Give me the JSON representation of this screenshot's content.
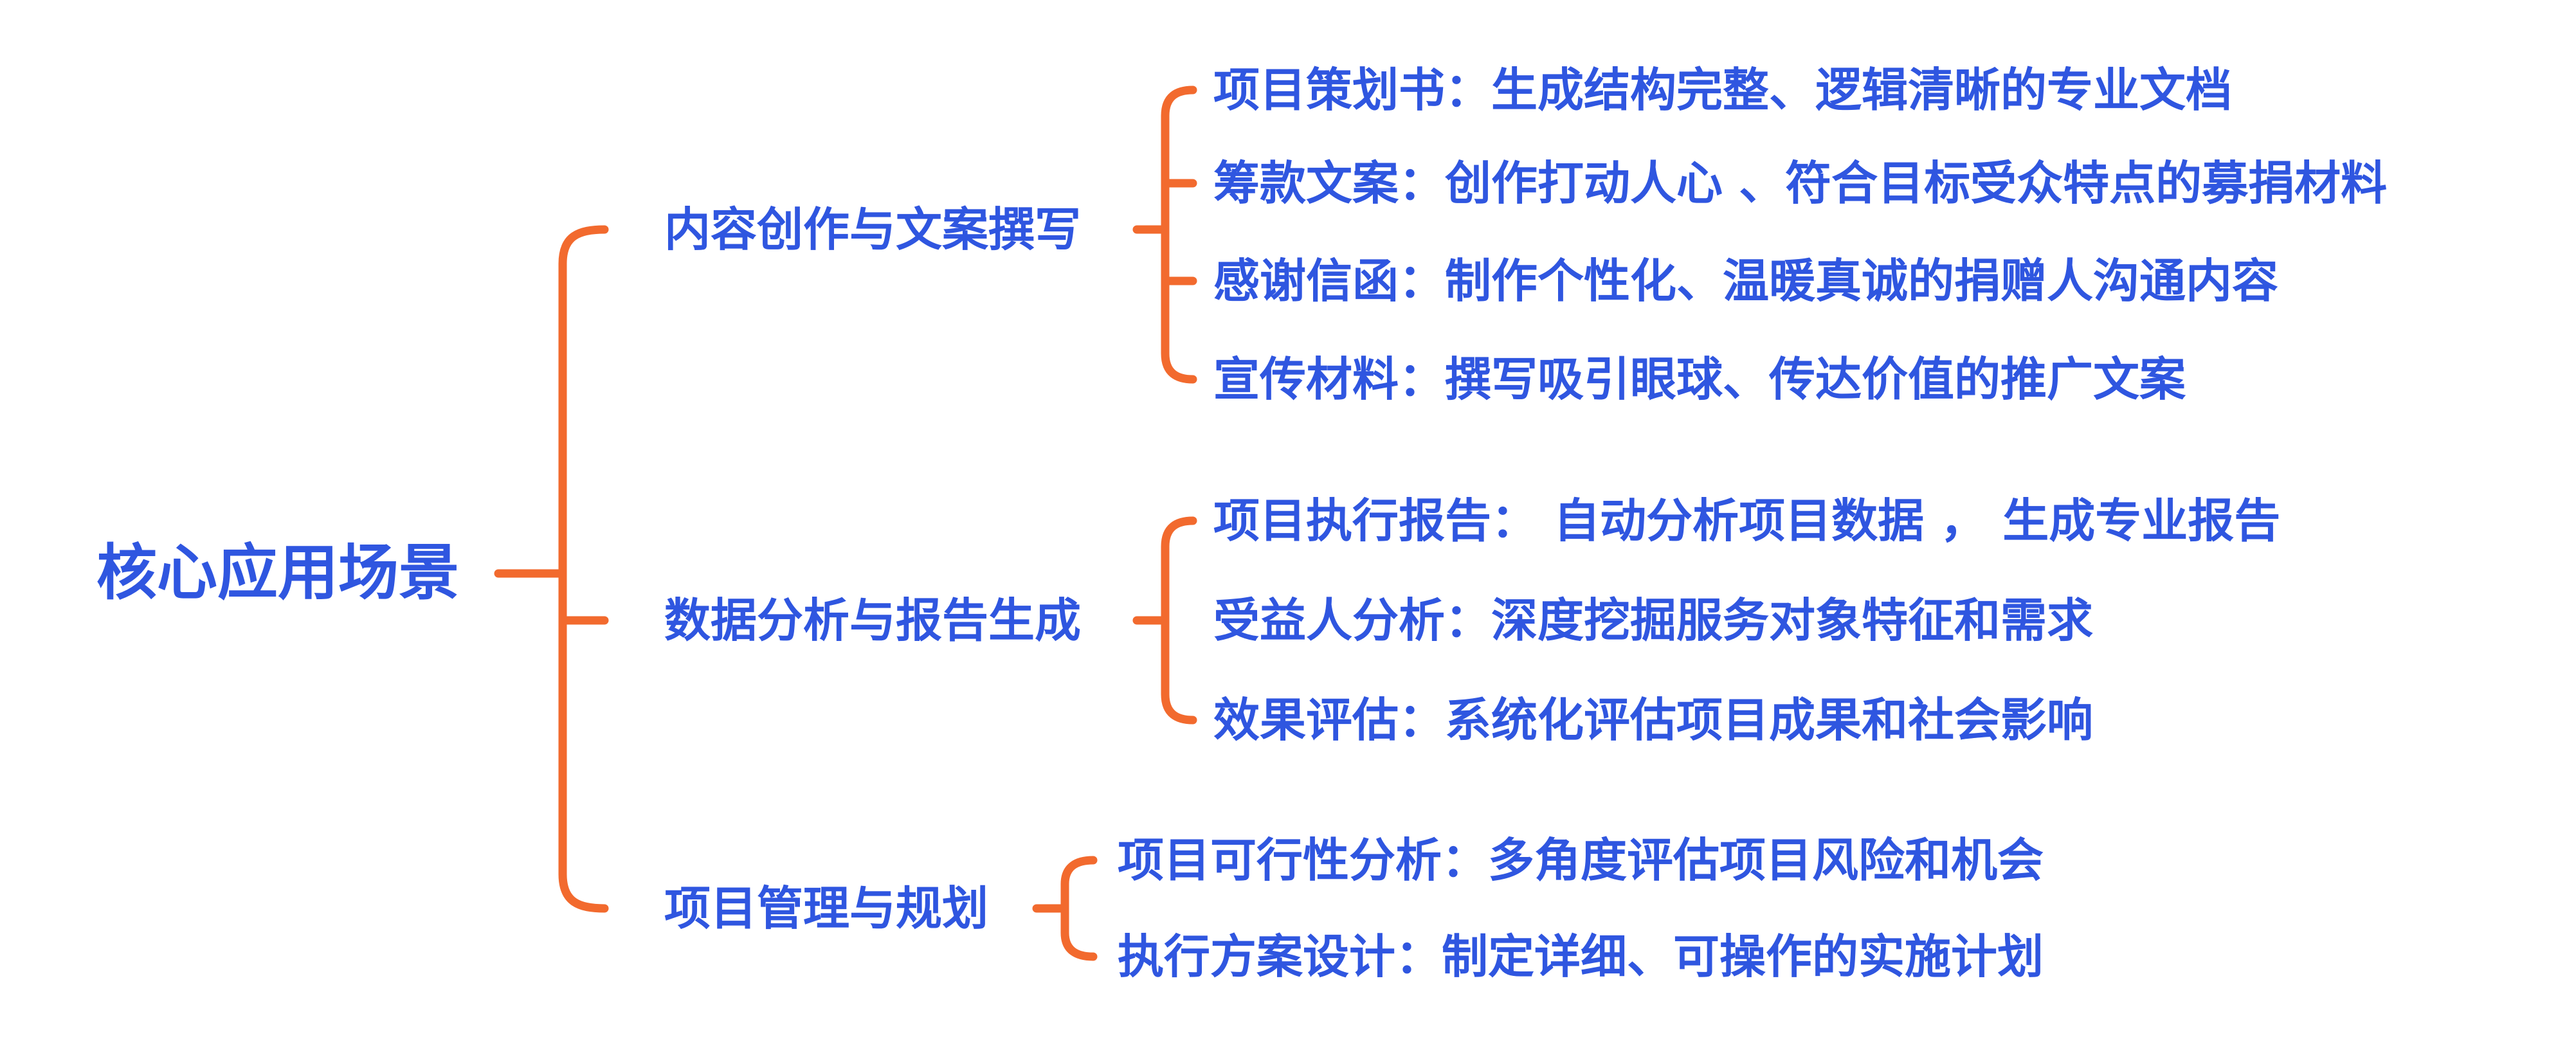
{
  "root": {
    "label": "核心应用场景"
  },
  "branches": [
    {
      "label": "内容创作与文案撰写",
      "leaves": [
        "项目策划书：生成结构完整、逻辑清晰的专业文档",
        "筹款文案：创作打动人心 、符合目标受众特点的募捐材料",
        "感谢信函：制作个性化、温暖真诚的捐赠人沟通内容",
        "宣传材料：撰写吸引眼球、传达价值的推广文案"
      ]
    },
    {
      "label": "数据分析与报告生成",
      "leaves": [
        "项目执行报告： 自动分析项目数据 ， 生成专业报告",
        "受益人分析：深度挖掘服务对象特征和需求",
        "效果评估：系统化评估项目成果和社会影响"
      ]
    },
    {
      "label": "项目管理与规划",
      "leaves": [
        "项目可行性分析：多角度评估项目风险和机会",
        "执行方案设计：制定详细、可操作的实施计划"
      ]
    }
  ],
  "colors": {
    "text": "#2f56e0",
    "connector": "#f26a2e"
  }
}
